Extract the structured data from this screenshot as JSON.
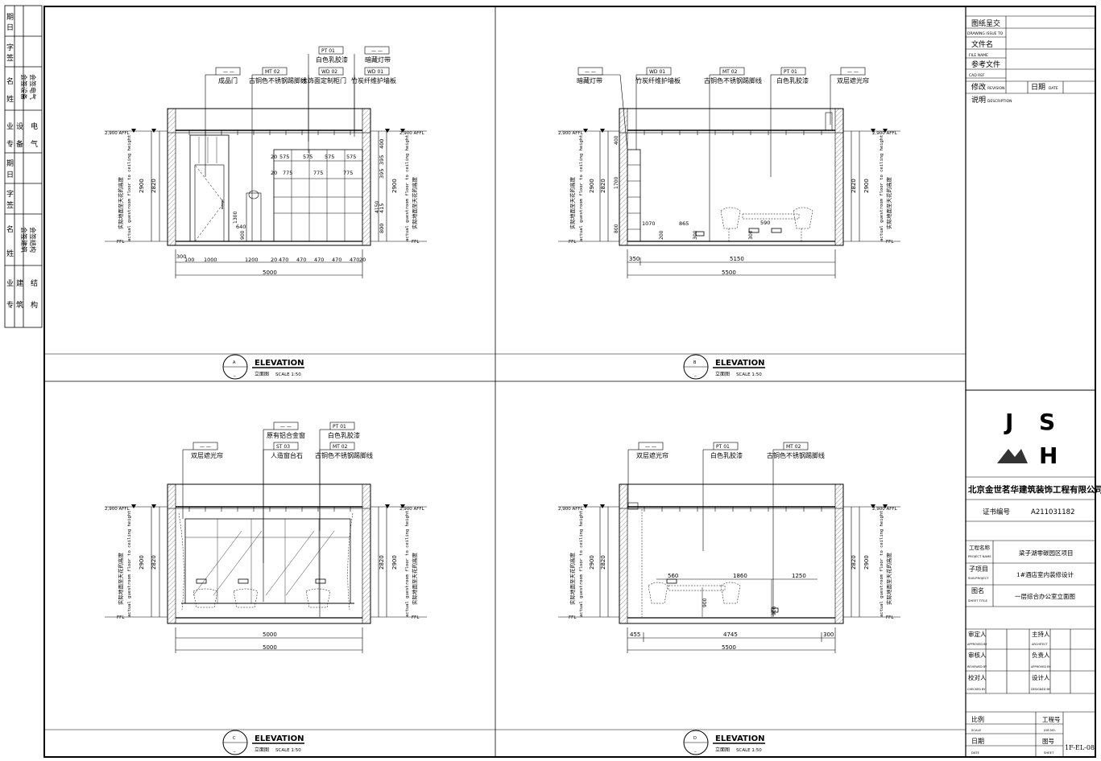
{
  "left_strip": {
    "rows": [
      [
        "专",
        "业"
      ],
      [
        "设",
        "备"
      ],
      [
        "姓",
        "名"
      ],
      [
        "签",
        "字"
      ],
      [
        "日",
        "期"
      ],
      [
        "专",
        "业"
      ],
      [
        "建",
        "筑"
      ],
      [
        "姓",
        "名"
      ],
      [
        "签",
        "字"
      ],
      [
        "日",
        "期"
      ]
    ],
    "col1": [
      "日期",
      "签字",
      "会签设备",
      "会签电气",
      "日期",
      "签字",
      "会签建筑",
      "会签结构"
    ],
    "labels": {
      "a1": "期",
      "a2": "日",
      "b1": "字",
      "b2": "签",
      "c1": "名",
      "c2": "姓",
      "c3": "会签设备",
      "c4": "会签电气",
      "d1": "业",
      "d2": "专",
      "d3": "设",
      "d4": "备",
      "d5": "电",
      "d6": "气",
      "e1": "期",
      "e2": "日",
      "f1": "字",
      "f2": "签",
      "g1": "名",
      "g2": "姓",
      "g3": "会签建筑",
      "g4": "会签结构",
      "h1": "业",
      "h2": "专",
      "h3": "建",
      "h4": "筑",
      "h5": "结",
      "h6": "构"
    }
  },
  "title_block": {
    "issue": "图纸呈交",
    "issue_en": "DRAWING ISSUE TO",
    "file": "文件名",
    "file_en": "FILE NAME",
    "ref": "参考文件",
    "ref_en": "CAD REF",
    "rev": "修改",
    "rev_en": "REVISION",
    "date": "日期",
    "date_en": "DATE",
    "desc": "说明",
    "desc_en": "DESCRIPTION",
    "logo_j": "J",
    "logo_s": "S",
    "logo_h": "H",
    "company": "北京金世茗华建筑装饰工程有限公司",
    "cert_label": "证书编号",
    "cert_no": "A211031182",
    "project_label": "工程名称",
    "project_en": "PROJECT NAME",
    "project": "梁子湖零碳园区项目",
    "sub_label": "子项目",
    "sub_en": "SUB-PROJECT",
    "sub": "1#酒店室内装修设计",
    "sheet_label": "图名",
    "sheet_en": "SHEET TITLE",
    "sheet": "一层综合办公室立面图",
    "approved": "审定人",
    "approved_en": "APPROVED BY",
    "architect": "主持人",
    "architect_en": "ARCHITECT",
    "reviewed": "审核人",
    "reviewed_en": "REVIEWED BY",
    "approved2": "负责人",
    "approved2_en": "APPROVED BY",
    "checked": "校对人",
    "checked_en": "CHECKED BY",
    "designed": "设计人",
    "designed_en": "DESIGNED BY",
    "scale": "比例",
    "scale_en": "SCALE",
    "job": "工程号",
    "job_en": "JOB NO.",
    "dt": "日期",
    "dt_en": "DATE",
    "sheet_no_label": "图号",
    "sheet_no_en": "SHEET",
    "sheet_no": "1F-EL-08"
  },
  "common": {
    "elevation": "ELEVATION",
    "elev_cn": "立面图",
    "scale": "SCALE 1:50",
    "afl": "2,900 AFFL",
    "ffl": "FFL",
    "height_cn": "实际地面至天花的高度",
    "height_en": "actual guestroom floor to ceiling height",
    "dash": "— —"
  },
  "views": [
    {
      "id": "A",
      "tags": [
        {
          "code": "— —",
          "text": "成品门"
        },
        {
          "code": "MT 02",
          "text": "古铜色不锈钢踢脚线"
        },
        {
          "code": "PT 01",
          "text": "白色乳胶漆"
        },
        {
          "code": "WD 02",
          "text": "木饰面定制柜门"
        },
        {
          "code": "— —",
          "text": "暗藏灯带"
        },
        {
          "code": "WD 01",
          "text": "竹炭纤维护墙板"
        }
      ],
      "dims_bottom": [
        "300",
        "100",
        "1000",
        "1200",
        "20",
        "470",
        "470",
        "470",
        "470",
        "470",
        "20"
      ],
      "total": "5000",
      "left_dims": [
        "2820",
        "2900"
      ],
      "right_dims": [
        "2900",
        "400",
        "395",
        "395",
        "415",
        "800"
      ],
      "misc": [
        "1300",
        "640",
        "900",
        "20",
        "575",
        "775",
        "4150"
      ]
    },
    {
      "id": "B",
      "tags": [
        {
          "code": "— —",
          "text": "暗藏灯带"
        },
        {
          "code": "WD 01",
          "text": "竹炭纤维护墙板"
        },
        {
          "code": "MT 02",
          "text": "古铜色不锈钢踢脚线"
        },
        {
          "code": "PT 01",
          "text": "白色乳胶漆"
        },
        {
          "code": "— —",
          "text": "双层遮光帘"
        }
      ],
      "dims_bottom": [
        "350",
        "5150"
      ],
      "total": "5500",
      "left_dims": [
        "2820",
        "2900"
      ],
      "right_dims": [
        "2820",
        "2900"
      ],
      "misc": [
        "400",
        "1700",
        "800",
        "1070",
        "865",
        "590",
        "200",
        "300",
        "300"
      ]
    },
    {
      "id": "C",
      "tags": [
        {
          "code": "— —",
          "text": "双层遮光帘"
        },
        {
          "code": "— —",
          "text": "原有铝合金窗"
        },
        {
          "code": "ST 03",
          "text": "人造窗台石"
        },
        {
          "code": "PT 01",
          "text": "白色乳胶漆"
        },
        {
          "code": "MT 02",
          "text": "古铜色不锈钢踢脚线"
        }
      ],
      "dims_bottom": [
        "5000"
      ],
      "total": "5000",
      "left_dims": [
        "2820",
        "2900"
      ],
      "right_dims": [
        "2820",
        "2900"
      ],
      "misc": []
    },
    {
      "id": "D",
      "tags": [
        {
          "code": "— —",
          "text": "双层遮光帘"
        },
        {
          "code": "PT 01",
          "text": "白色乳胶漆"
        },
        {
          "code": "MT 02",
          "text": "古铜色不锈钢踢脚线"
        }
      ],
      "dims_bottom": [
        "455",
        "4745",
        "300"
      ],
      "total": "5500",
      "left_dims": [
        "2820",
        "2900"
      ],
      "right_dims": [
        "2820",
        "2900"
      ],
      "misc": [
        "560",
        "1860",
        "1250",
        "900",
        "900"
      ]
    }
  ]
}
